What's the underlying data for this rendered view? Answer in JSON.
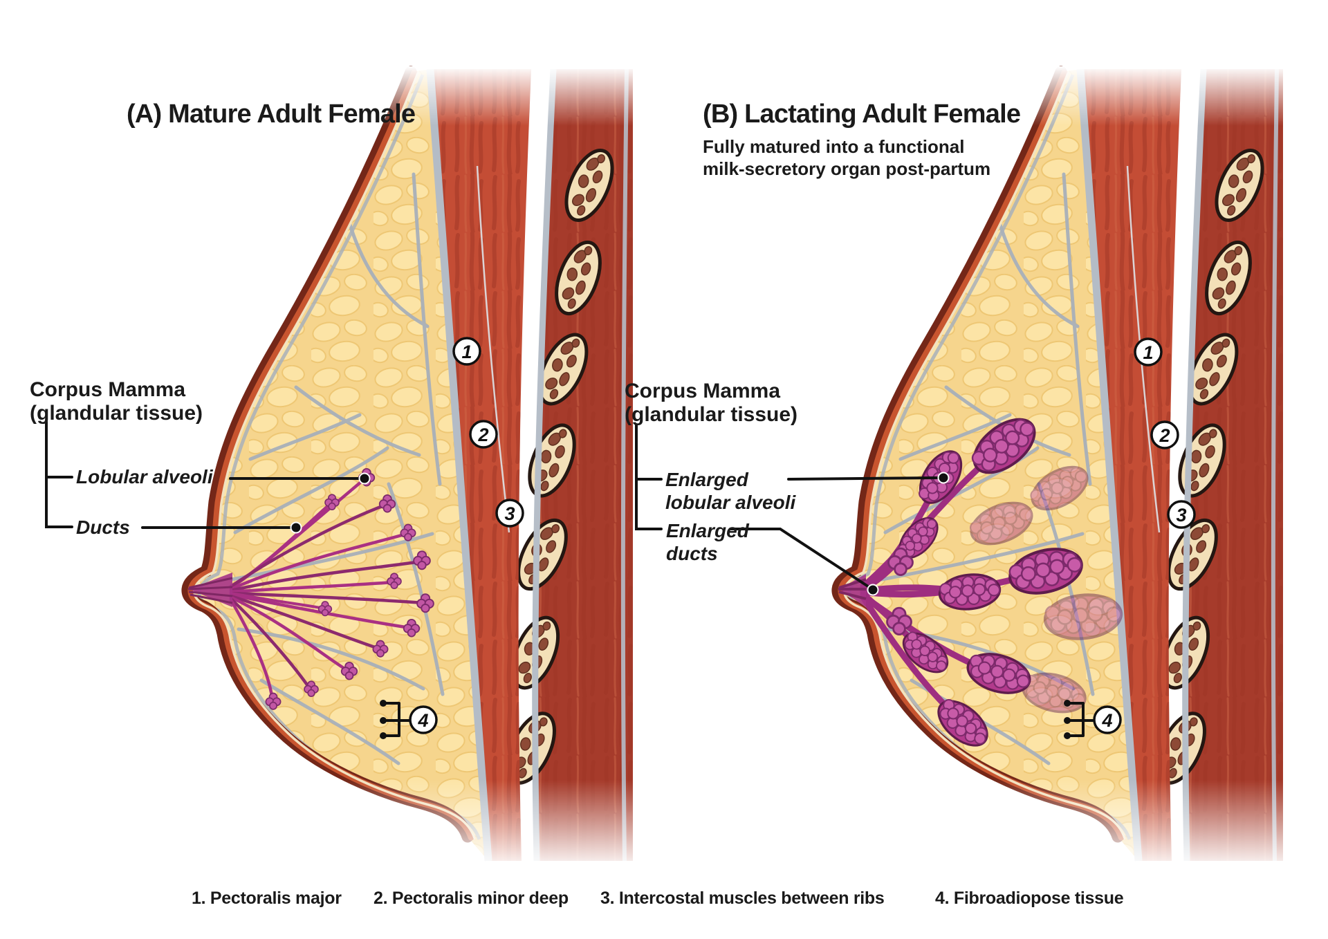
{
  "panel_a": {
    "title": "(A) Mature Adult Female",
    "corpus_label": {
      "line1": "Corpus Mamma",
      "line2": "(glandular tissue)"
    },
    "alveoli_label": "Lobular alveoli",
    "ducts_label": "Ducts",
    "markers": [
      "1",
      "2",
      "3",
      "4"
    ]
  },
  "panel_b": {
    "title": "(B) Lactating Adult Female",
    "subtitle": {
      "line1": "Fully matured into a functional",
      "line2": "milk-secretory organ post-partum"
    },
    "corpus_label": {
      "line1": "Corpus Mamma",
      "line2": "(glandular tissue)"
    },
    "alveoli_label": {
      "line1": "Enlarged",
      "line2": "lobular alveoli"
    },
    "ducts_label": {
      "line1": "Enlarged",
      "line2": "ducts"
    },
    "markers": [
      "1",
      "2",
      "3",
      "4"
    ]
  },
  "legend": {
    "items": [
      "1. Pectoralis major",
      "2. Pectoralis minor deep",
      "3. Intercostal muscles between ribs",
      "4. Fibroadiopose tissue"
    ]
  },
  "colors": {
    "skin_outer": "#742718",
    "skin_mid": "#c8552f",
    "skin_inner_line": "#f2e2c0",
    "fat": "#f6d58d",
    "fat_lobule": "#fde7aa",
    "septa": "#a8b0ba",
    "muscle": "#c44d35",
    "muscle_deep": "#a63b2b",
    "fascia": "#b4bcc6",
    "rib": "#f3e0b8",
    "rib_marrow": "#8d4a36",
    "duct": "#a93083",
    "alveoli_cluster": "#b23a8c",
    "annotation": "#111111",
    "text": "#1a1a1a"
  }
}
